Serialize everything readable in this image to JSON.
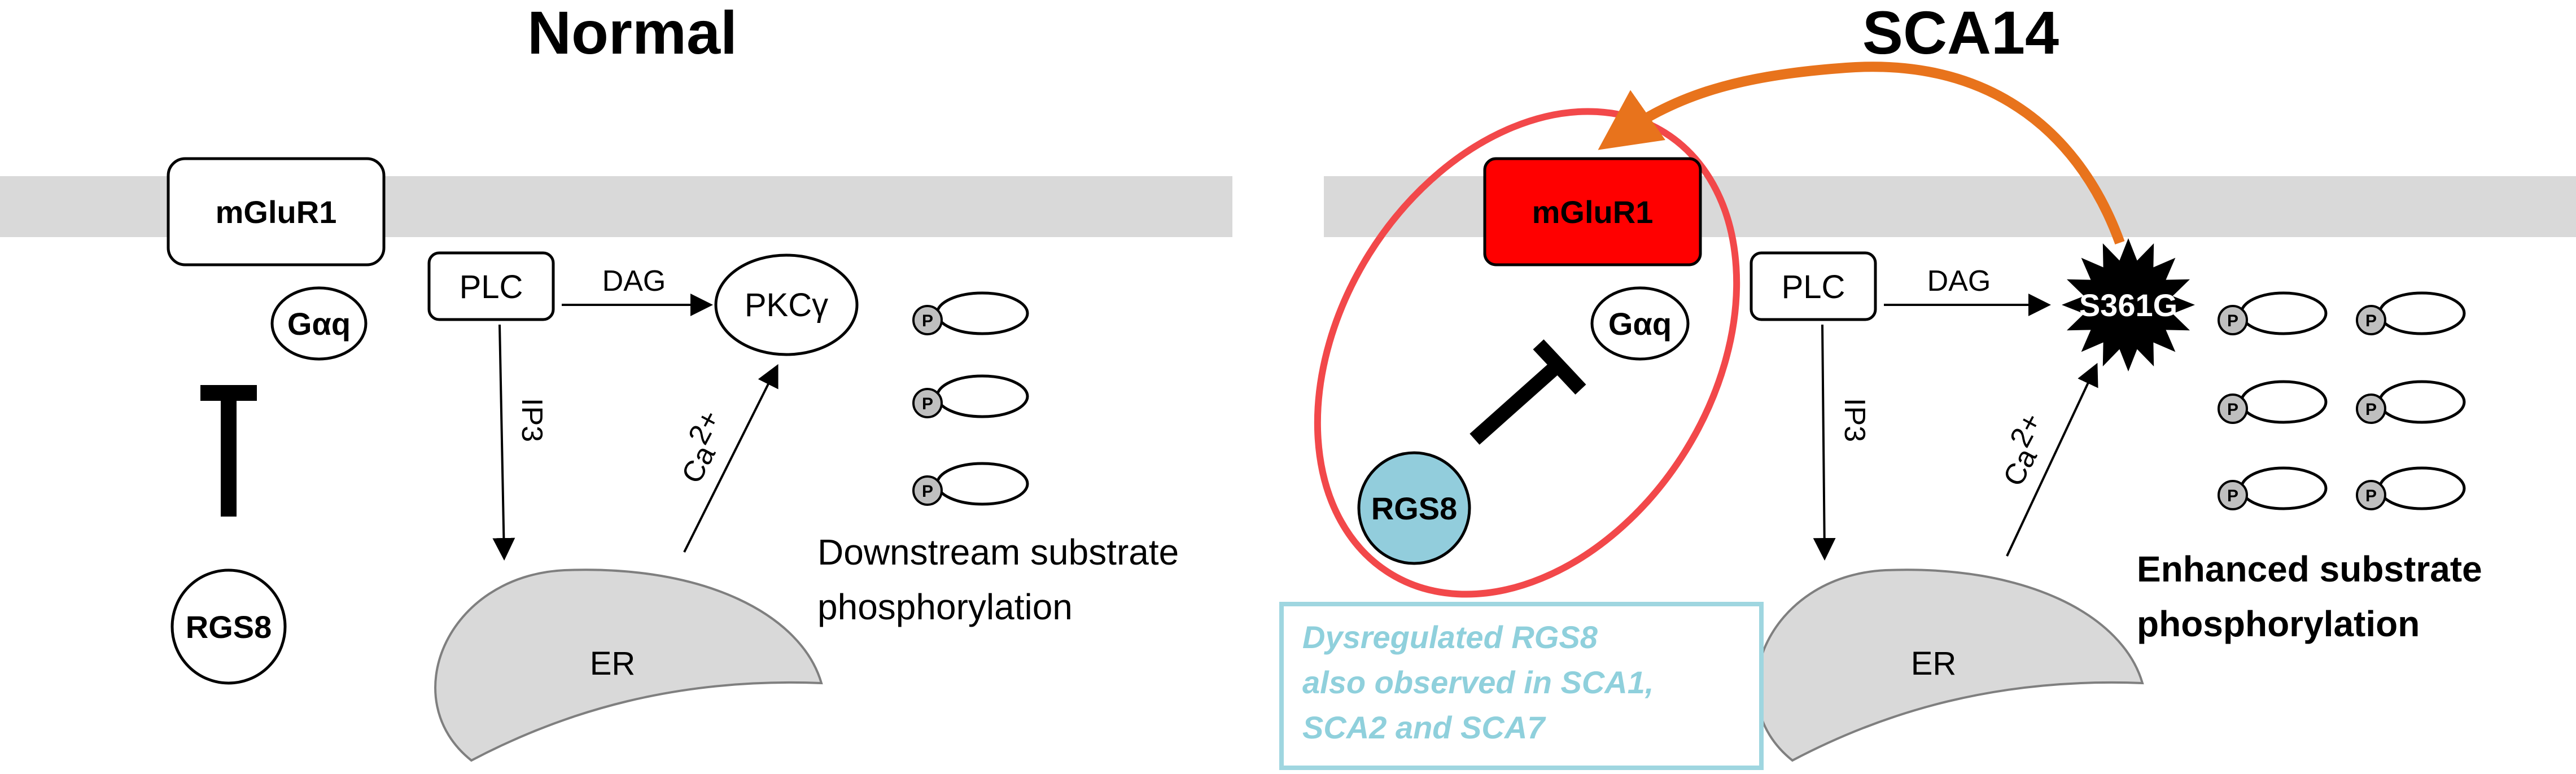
{
  "colors": {
    "membrane": "#d9d9d9",
    "er": "#d9d9d9",
    "mutant_receptor": "#ff0000",
    "rgs8_highlight": "#92cddc",
    "highlight_ring": "#f2484a",
    "feedback_arrow": "#e8731c",
    "note_border": "#9fd6e0",
    "note_text": "#8fd0dc",
    "phospho_circle": "#bfbfbf",
    "mutant_kinase": "#000000"
  },
  "normal": {
    "title": "Normal",
    "receptor": "mGluR1",
    "g_protein": "Gαq",
    "rgs": "RGS8",
    "plc": "PLC",
    "dag": "DAG",
    "kinase": "PKCγ",
    "ip3": "IP3",
    "calcium": "Ca",
    "calcium_sup": "2+",
    "er": "ER",
    "phospho_marker": "P",
    "caption_line1": "Downstream substrate",
    "caption_line2": "phosphorylation"
  },
  "sca14": {
    "title": "SCA14",
    "receptor": "mGluR1",
    "g_protein": "Gαq",
    "rgs": "RGS8",
    "plc": "PLC",
    "dag": "DAG",
    "kinase": "S361G",
    "ip3": "IP3",
    "calcium": "Ca",
    "calcium_sup": "2+",
    "er": "ER",
    "phospho_marker": "P",
    "caption_line1": "Enhanced substrate",
    "caption_line2": "phosphorylation",
    "note_line1": "Dysregulated RGS8",
    "note_line2": "also observed in SCA1,",
    "note_line3": "SCA2 and SCA7"
  }
}
